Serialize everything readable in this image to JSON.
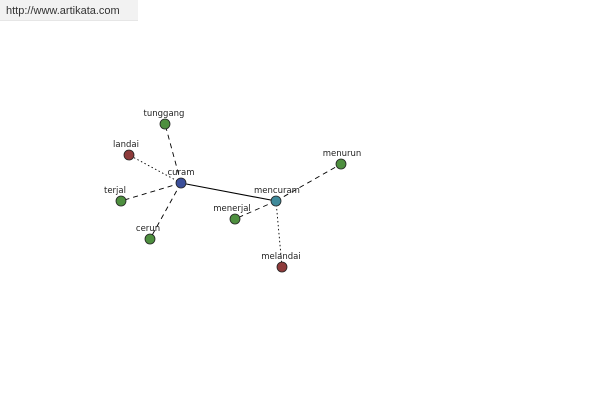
{
  "source": {
    "url": "http://www.artikata.com"
  },
  "colors": {
    "background": "#ffffff",
    "edge": "#000000",
    "label": "#222222",
    "node_center": "#3b4f9a",
    "node_hub": "#3f8a9a",
    "node_synonym": "#4e8f3f",
    "node_antonym": "#8e3b3b"
  },
  "graph": {
    "nodes": [
      {
        "id": "curam",
        "label": "curam",
        "kind": "center"
      },
      {
        "id": "mencuram",
        "label": "mencuram",
        "kind": "hub"
      },
      {
        "id": "tunggang",
        "label": "tunggang",
        "kind": "synonym"
      },
      {
        "id": "landai",
        "label": "landai",
        "kind": "antonym"
      },
      {
        "id": "terjal",
        "label": "terjal",
        "kind": "synonym"
      },
      {
        "id": "cerun",
        "label": "cerun",
        "kind": "synonym"
      },
      {
        "id": "menurun",
        "label": "menurun",
        "kind": "synonym"
      },
      {
        "id": "menerjal",
        "label": "menerjal",
        "kind": "synonym"
      },
      {
        "id": "melandai",
        "label": "melandai",
        "kind": "antonym"
      }
    ],
    "edges": [
      {
        "from": "curam",
        "to": "mencuram",
        "style": "solid"
      },
      {
        "from": "curam",
        "to": "tunggang",
        "style": "dashed"
      },
      {
        "from": "curam",
        "to": "landai",
        "style": "dotted"
      },
      {
        "from": "curam",
        "to": "terjal",
        "style": "dashed"
      },
      {
        "from": "curam",
        "to": "cerun",
        "style": "dashed"
      },
      {
        "from": "mencuram",
        "to": "menurun",
        "style": "dashed"
      },
      {
        "from": "mencuram",
        "to": "menerjal",
        "style": "dashed"
      },
      {
        "from": "mencuram",
        "to": "melandai",
        "style": "dotted"
      }
    ]
  }
}
